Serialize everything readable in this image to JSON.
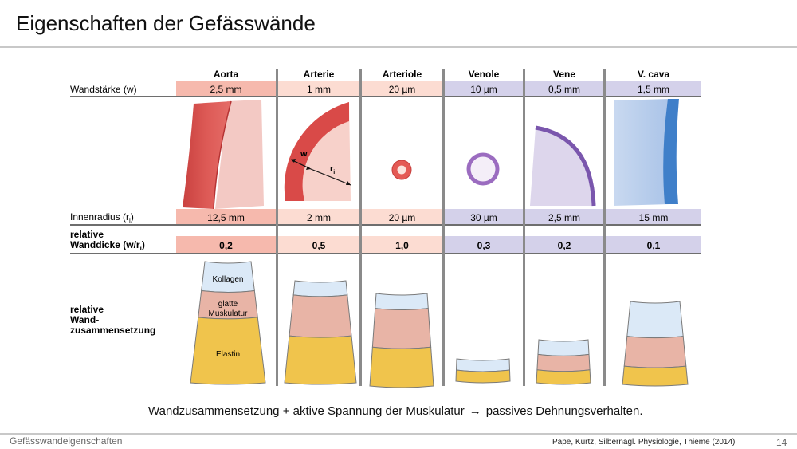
{
  "slide": {
    "title": "Eigenschaften der Gefässwände",
    "page_number": "14",
    "footer_left": "Gefässwandeigenschaften",
    "source": "Pape, Kurtz, Silbernagl. Physiologie, Thieme (2014)"
  },
  "statement": {
    "part1": "Wandzusammensetzung + aktive Spannung der Muskulatur",
    "part2": "passives Dehnungsverhalten."
  },
  "colors": {
    "red_band": "#f6b9ad",
    "red_band_light": "#fcdcd2",
    "violet_band": "#d4d1ea",
    "collagen": "#dbe9f7",
    "muscle": "#e8b4a6",
    "elastin": "#f0c44c"
  },
  "table": {
    "row_labels": {
      "wall": "Wandstärke (w)",
      "radius_main": "Innenradius (r",
      "radius_sub": "i",
      "radius_end": ")",
      "rel1": "relative",
      "rel2_main": "Wanddicke (w/r",
      "rel2_sub": "i",
      "rel2_end": ")",
      "comp1": "relative",
      "comp2": "Wand-",
      "comp3": "zusammensetzung"
    },
    "vessels": [
      {
        "name": "Aorta",
        "wall": "2,5 mm",
        "radius": "12,5 mm",
        "ratio": "0,2",
        "family": "red"
      },
      {
        "name": "Arterie",
        "wall": "1 mm",
        "radius": "2 mm",
        "ratio": "0,5",
        "family": "red"
      },
      {
        "name": "Arteriole",
        "wall": "20 µm",
        "radius": "20 µm",
        "ratio": "1,0",
        "family": "red"
      },
      {
        "name": "Venole",
        "wall": "10 µm",
        "radius": "30 µm",
        "ratio": "0,3",
        "family": "violet"
      },
      {
        "name": "Vene",
        "wall": "0,5 mm",
        "radius": "2,5 mm",
        "ratio": "0,2",
        "family": "violet"
      },
      {
        "name": "V. cava",
        "wall": "1,5 mm",
        "radius": "15 mm",
        "ratio": "0,1",
        "family": "violet"
      }
    ],
    "diagram_labels": {
      "w": "w",
      "r_main": "r",
      "r_sub": "i"
    },
    "composition_labels": {
      "collagen": "Kollagen",
      "muscle1": "glatte",
      "muscle2": "Muskulatur",
      "elastin": "Elastin"
    },
    "composition": [
      {
        "collagen": 0.24,
        "muscle": 0.22,
        "elastin": 0.54
      },
      {
        "collagen": 0.14,
        "muscle": 0.4,
        "elastin": 0.46
      },
      {
        "collagen": 0.16,
        "muscle": 0.42,
        "elastin": 0.42
      },
      {
        "collagen": 0.5,
        "muscle": 0.0,
        "elastin": 0.5
      },
      {
        "collagen": 0.34,
        "muscle": 0.36,
        "elastin": 0.3
      },
      {
        "collagen": 0.42,
        "muscle": 0.36,
        "elastin": 0.22
      }
    ]
  }
}
